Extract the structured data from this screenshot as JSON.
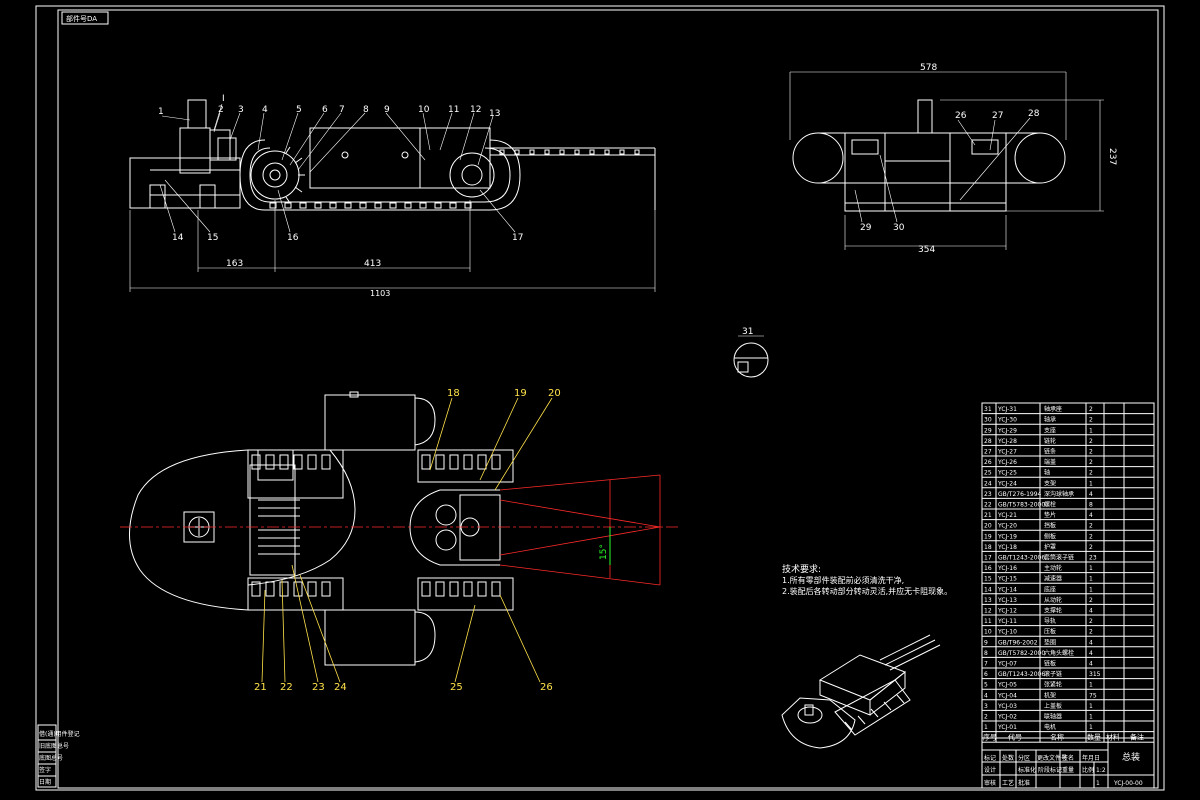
{
  "drawing": {
    "sheet_tag": "部件号DA",
    "label_I": "I",
    "label_31": "31",
    "note_title": "技术要求:",
    "note_lines": [
      "1.所有零部件装配前必须清洗干净,",
      "2.装配后各转动部分转动灵活,并应无卡阻现象。"
    ]
  },
  "dimensions": {
    "top_left": {
      "d163": "163",
      "d413": "413",
      "d1103": "1103"
    },
    "top_right": {
      "d578": "578",
      "d354": "354",
      "d237": "237"
    },
    "angle": "15°"
  },
  "callouts": {
    "side_view": [
      "1",
      "2",
      "3",
      "4",
      "5",
      "6",
      "7",
      "8",
      "9",
      "10",
      "11",
      "12",
      "13",
      "14",
      "15",
      "16",
      "17"
    ],
    "end_view": [
      "26",
      "27",
      "28",
      "29",
      "30"
    ],
    "plan_view_top": [
      "18",
      "19",
      "20"
    ],
    "plan_view_bottom": [
      "21",
      "22",
      "23",
      "24",
      "25",
      "26"
    ]
  },
  "bom": {
    "rows": [
      {
        "no": "31",
        "code": "YCJ-31",
        "name": "轴承座",
        "qty": "2",
        "note": ""
      },
      {
        "no": "30",
        "code": "YCJ-30",
        "name": "轴承",
        "qty": "2",
        "note": ""
      },
      {
        "no": "29",
        "code": "YCJ-29",
        "name": "支座",
        "qty": "1",
        "note": ""
      },
      {
        "no": "28",
        "code": "YCJ-28",
        "name": "链轮",
        "qty": "2",
        "note": ""
      },
      {
        "no": "27",
        "code": "YCJ-27",
        "name": "链条",
        "qty": "2",
        "note": ""
      },
      {
        "no": "26",
        "code": "YCJ-26",
        "name": "端盖",
        "qty": "2",
        "note": ""
      },
      {
        "no": "25",
        "code": "YCJ-25",
        "name": "轴",
        "qty": "2",
        "note": ""
      },
      {
        "no": "24",
        "code": "YCJ-24",
        "name": "支架",
        "qty": "1",
        "note": ""
      },
      {
        "no": "23",
        "code": "GB/T276-1994",
        "name": "深沟球轴承",
        "qty": "4",
        "note": ""
      },
      {
        "no": "22",
        "code": "GB/T5783-2000",
        "name": "螺栓",
        "qty": "8",
        "note": ""
      },
      {
        "no": "21",
        "code": "YCJ-21",
        "name": "垫片",
        "qty": "4",
        "note": ""
      },
      {
        "no": "20",
        "code": "YCJ-20",
        "name": "挡板",
        "qty": "2",
        "note": ""
      },
      {
        "no": "19",
        "code": "YCJ-19",
        "name": "侧板",
        "qty": "2",
        "note": ""
      },
      {
        "no": "18",
        "code": "YCJ-18",
        "name": "护罩",
        "qty": "2",
        "note": ""
      },
      {
        "no": "17",
        "code": "GB/T1243-2006",
        "name": "套筒滚子链",
        "qty": "23",
        "note": ""
      },
      {
        "no": "16",
        "code": "YCJ-16",
        "name": "主动轮",
        "qty": "1",
        "note": ""
      },
      {
        "no": "15",
        "code": "YCJ-15",
        "name": "减速器",
        "qty": "1",
        "note": ""
      },
      {
        "no": "14",
        "code": "YCJ-14",
        "name": "底座",
        "qty": "1",
        "note": ""
      },
      {
        "no": "13",
        "code": "YCJ-13",
        "name": "从动轮",
        "qty": "2",
        "note": ""
      },
      {
        "no": "12",
        "code": "YCJ-12",
        "name": "支撑轮",
        "qty": "4",
        "note": ""
      },
      {
        "no": "11",
        "code": "YCJ-11",
        "name": "导轨",
        "qty": "2",
        "note": ""
      },
      {
        "no": "10",
        "code": "YCJ-10",
        "name": "压板",
        "qty": "2",
        "note": ""
      },
      {
        "no": "9",
        "code": "GB/T96-2002",
        "name": "垫圈",
        "qty": "4",
        "note": ""
      },
      {
        "no": "8",
        "code": "GB/T5782-2000",
        "name": "六角头螺栓",
        "qty": "4",
        "note": ""
      },
      {
        "no": "7",
        "code": "YCJ-07",
        "name": "链板",
        "qty": "4",
        "note": ""
      },
      {
        "no": "6",
        "code": "GB/T1243-2006",
        "name": "滚子链",
        "qty": "315",
        "note": ""
      },
      {
        "no": "5",
        "code": "YCJ-05",
        "name": "张紧轮",
        "qty": "1",
        "note": ""
      },
      {
        "no": "4",
        "code": "YCJ-04",
        "name": "机架",
        "qty": "75",
        "note": ""
      },
      {
        "no": "3",
        "code": "YCJ-03",
        "name": "上盖板",
        "qty": "1",
        "note": ""
      },
      {
        "no": "2",
        "code": "YCJ-02",
        "name": "联轴器",
        "qty": "1",
        "note": ""
      },
      {
        "no": "1",
        "code": "YCJ-01",
        "name": "电机",
        "qty": "1",
        "note": ""
      }
    ],
    "header": {
      "no": "序号",
      "code": "代号",
      "name": "名称",
      "qty": "数量",
      "material": "材料",
      "note": "备注"
    }
  },
  "title_block": {
    "drawing_name": "总装",
    "drawing_code": "YCJ-00-00",
    "scale": "1:2",
    "sheet": "1",
    "labels": [
      "标记",
      "处数",
      "分区",
      "更改文件号",
      "签名",
      "年月日",
      "设计",
      "审核",
      "工艺",
      "标准化",
      "批准",
      "阶段标记",
      "重量",
      "比例"
    ]
  },
  "side_strip": {
    "items": [
      "借(通)用件登记",
      "旧底图总号",
      "底图总号",
      "签字",
      "日期"
    ]
  }
}
